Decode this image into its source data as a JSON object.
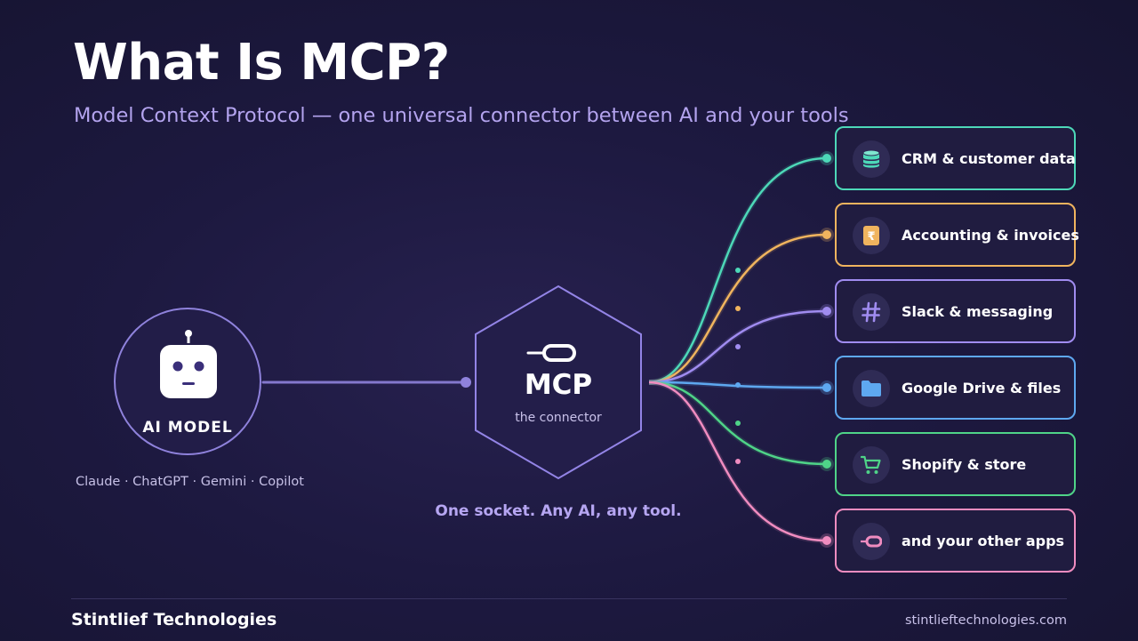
{
  "header": {
    "title": "What Is MCP?",
    "subtitle": "Model Context Protocol — one universal connector between AI and your tools"
  },
  "ai_model": {
    "label": "AI MODEL",
    "examples": "Claude · ChatGPT · Gemini · Copilot",
    "icon": "robot-icon"
  },
  "connector": {
    "label": "MCP",
    "sublabel": "the connector",
    "icon": "plug-icon"
  },
  "tagline": "One socket. Any AI, any tool.",
  "tools": [
    {
      "label": "CRM & customer data",
      "color": "#4dd8b8",
      "icon": "database-icon"
    },
    {
      "label": "Accounting & invoices",
      "color": "#f0b45e",
      "icon": "rupee-icon"
    },
    {
      "label": "Slack & messaging",
      "color": "#a08cf0",
      "icon": "hash-icon"
    },
    {
      "label": "Google Drive & files",
      "color": "#5ea8f0",
      "icon": "folder-icon"
    },
    {
      "label": "Shopify & store",
      "color": "#4fd488",
      "icon": "cart-icon"
    },
    {
      "label": "and your other apps",
      "color": "#f08cc0",
      "icon": "plug-icon"
    }
  ],
  "footer": {
    "company": "Stintlief Technologies",
    "website": "stintlieftechnologies.com"
  }
}
